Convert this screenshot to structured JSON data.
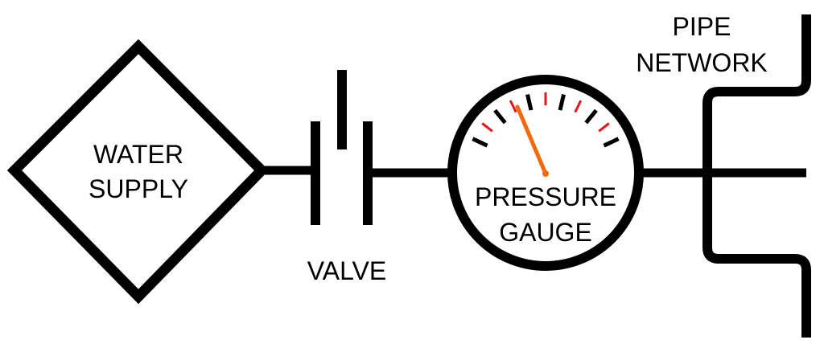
{
  "labels": {
    "water_supply": [
      "WATER",
      "SUPPLY"
    ],
    "valve": "VALVE",
    "pressure_gauge": [
      "PRESSURE",
      "GAUGE"
    ],
    "pipe_network": [
      "PIPE",
      "NETWORK"
    ]
  },
  "colors": {
    "stroke": "#000000",
    "background": "#ffffff",
    "gauge_ticks_major": "#000000",
    "gauge_ticks_minor": "#e8141c",
    "gauge_needle": "#f26a10"
  },
  "icons": {
    "water_supply": "diamond-shape",
    "valve": "offset-bars-valve-symbol",
    "pressure_gauge": "dial-gauge-with-needle",
    "pipe_network": "branching-pipes"
  }
}
